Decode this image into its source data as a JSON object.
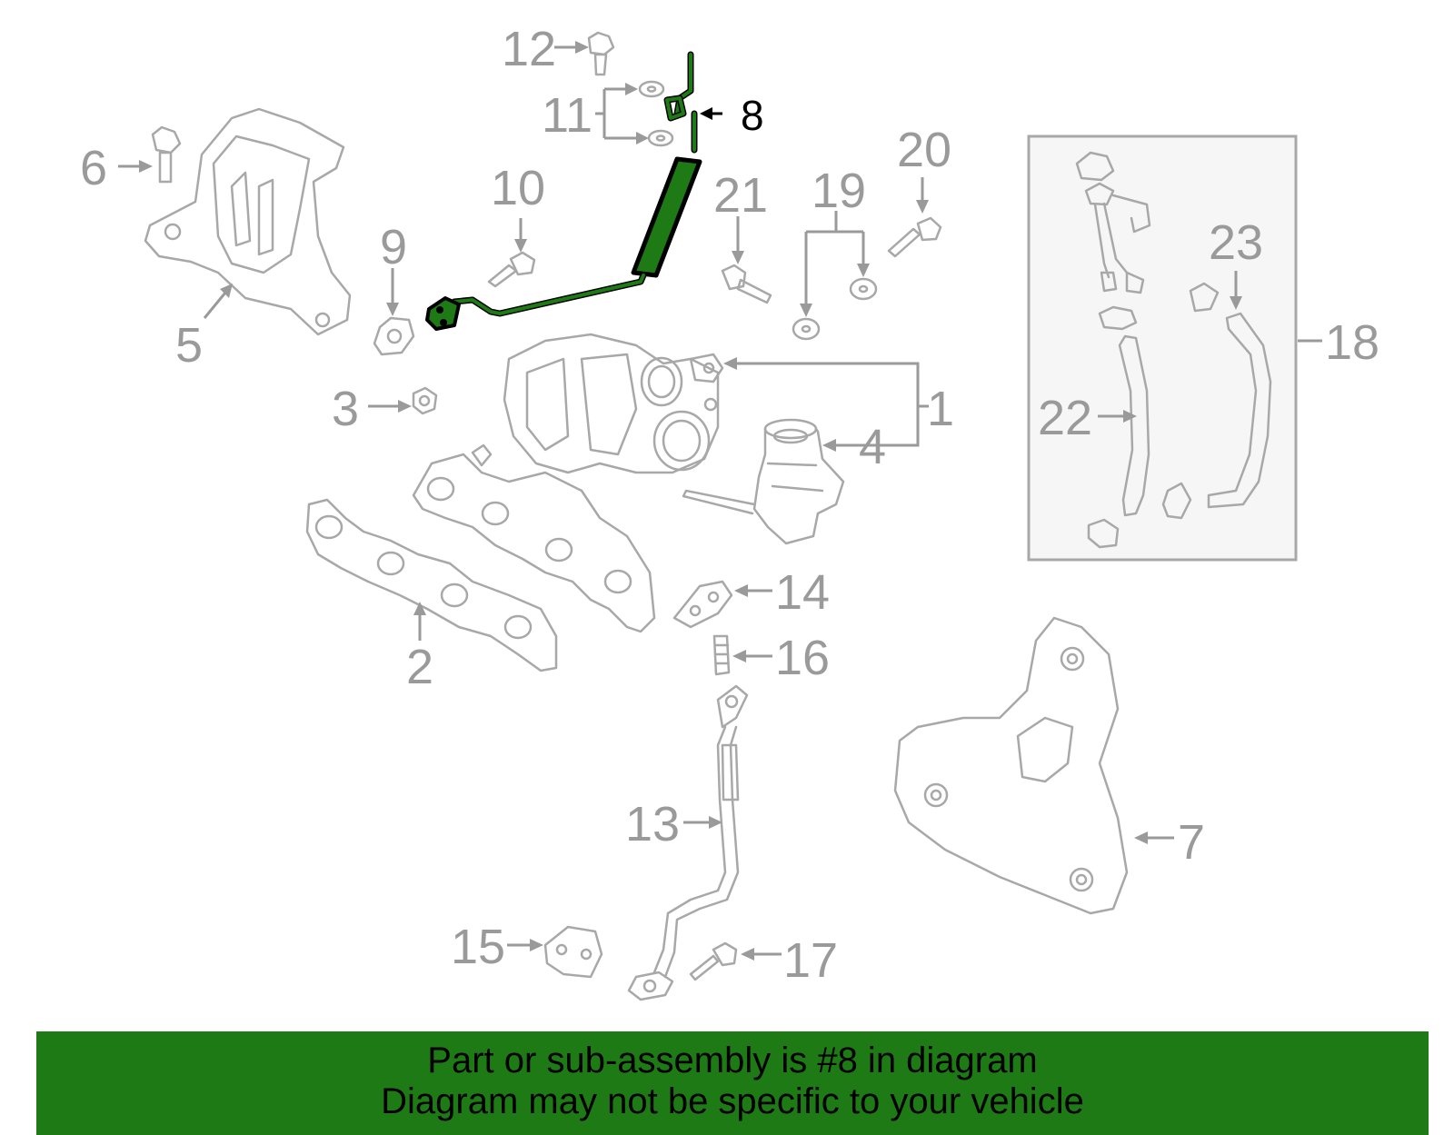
{
  "diagram": {
    "highlight_color": "#1e7a14",
    "highlighted_part": "8",
    "callouts": [
      "1",
      "2",
      "3",
      "4",
      "5",
      "6",
      "7",
      "8",
      "9",
      "10",
      "11",
      "12",
      "13",
      "14",
      "15",
      "16",
      "17",
      "18",
      "19",
      "20",
      "21",
      "22",
      "23"
    ]
  },
  "footer": {
    "line1": "Part or sub-assembly is #8 in diagram",
    "line2": "Diagram may not be specific to your vehicle",
    "background": "#1e7a14"
  }
}
